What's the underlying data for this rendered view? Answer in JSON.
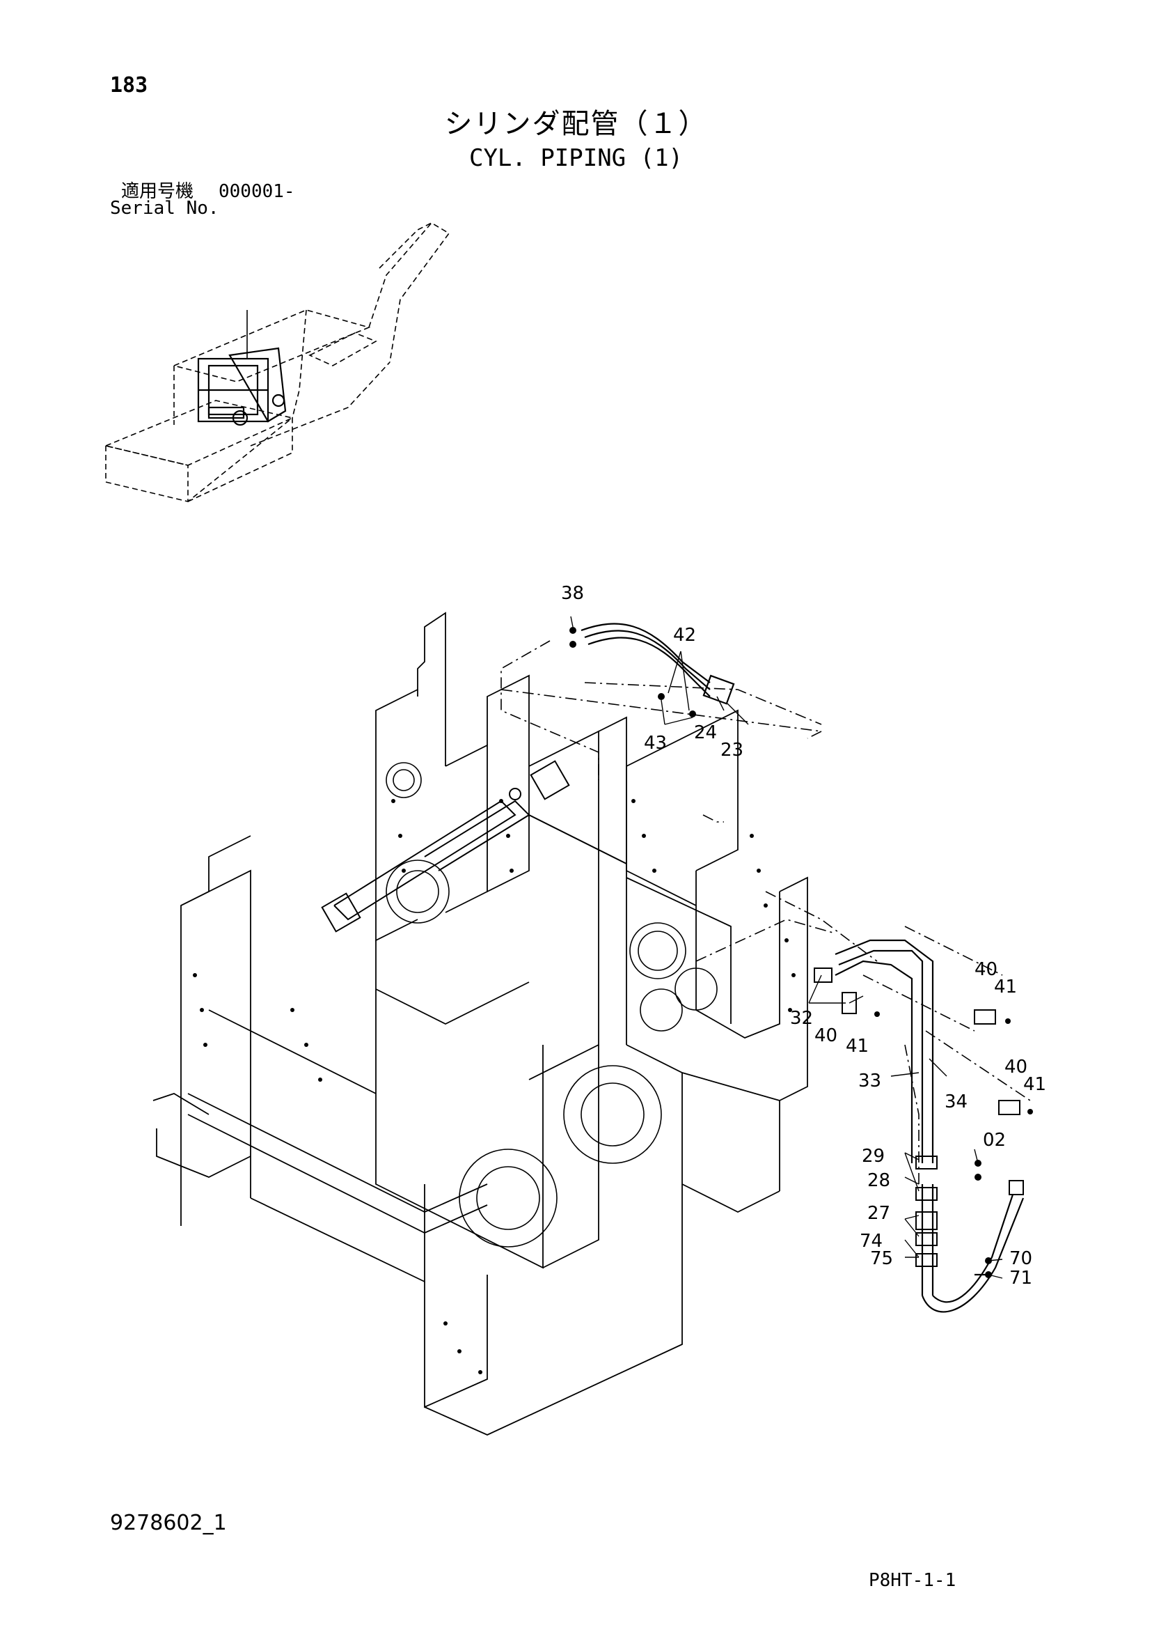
{
  "header": {
    "page_number": "183",
    "title_jp": "シリンダ配管（１）",
    "title_en": "CYL. PIPING (1)",
    "serial_label_jp": "適用号機",
    "serial_value": "000001-",
    "serial_label_en": "Serial No."
  },
  "callouts": {
    "c38": "38",
    "c42": "42",
    "c43": "43",
    "c24": "24",
    "c23": "23",
    "c40a": "40",
    "c41a": "41",
    "c32": "32",
    "c40b": "40",
    "c41b": "41",
    "c33": "33",
    "c34": "34",
    "c40c": "40",
    "c41c": "41",
    "c02": "02",
    "c29": "29",
    "c28": "28",
    "c27": "27",
    "c74": "74",
    "c75": "75",
    "c70": "70",
    "c71": "71"
  },
  "footer": {
    "drawing_number": "9278602_1",
    "page_code": "P8HT-1-1"
  },
  "icons": {
    "inset": "machine-overview-icon",
    "main": "cylinder-piping-diagram-icon"
  }
}
